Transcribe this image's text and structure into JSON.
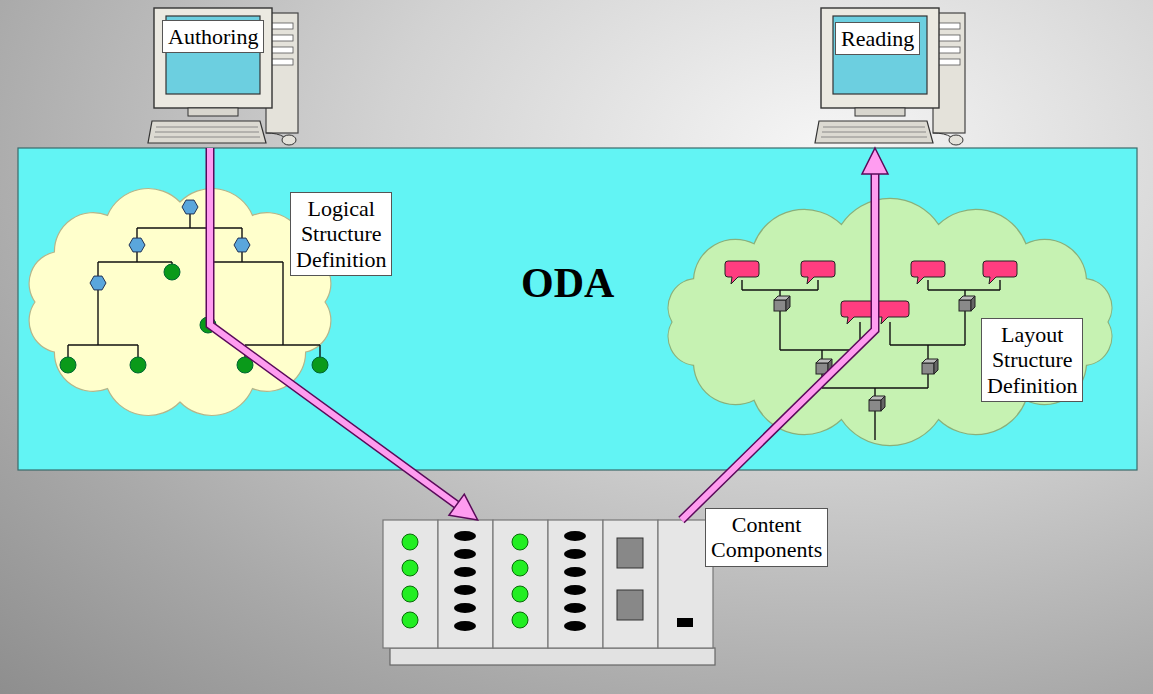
{
  "diagram": {
    "nodes": [
      {
        "text": [
          "Authoring"
        ]
      },
      {
        "text": [
          "Reading"
        ]
      },
      {
        "text": [
          "ODA"
        ]
      },
      {
        "text": [
          "Logical Structure Definition"
        ],
        "in": 2
      },
      {
        "text": [
          "Layout Structure Definition"
        ],
        "in": 2
      },
      {
        "text": [
          "Content Components"
        ]
      }
    ],
    "edges": [
      {
        "from": 0,
        "to": 5,
        "arrow": "to"
      },
      {
        "from": 5,
        "to": 1,
        "arrow": "to"
      }
    ]
  }
}
